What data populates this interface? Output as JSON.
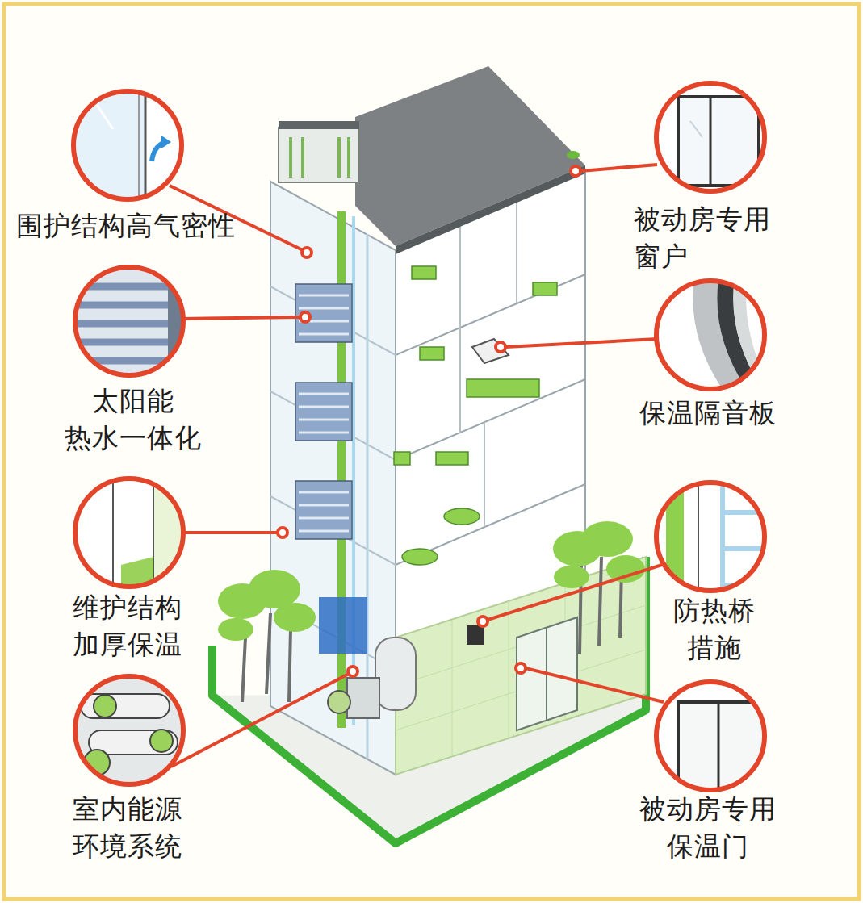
{
  "diagram": {
    "labels": [
      "围护结构高气密性",
      "太阳能 热水一体化",
      "维护结构 加厚保温",
      "室内能源 环境系统",
      "被动房专用 窗户",
      "保温隔音板",
      "防热桥 措施",
      "被动房专用 保温门"
    ]
  }
}
